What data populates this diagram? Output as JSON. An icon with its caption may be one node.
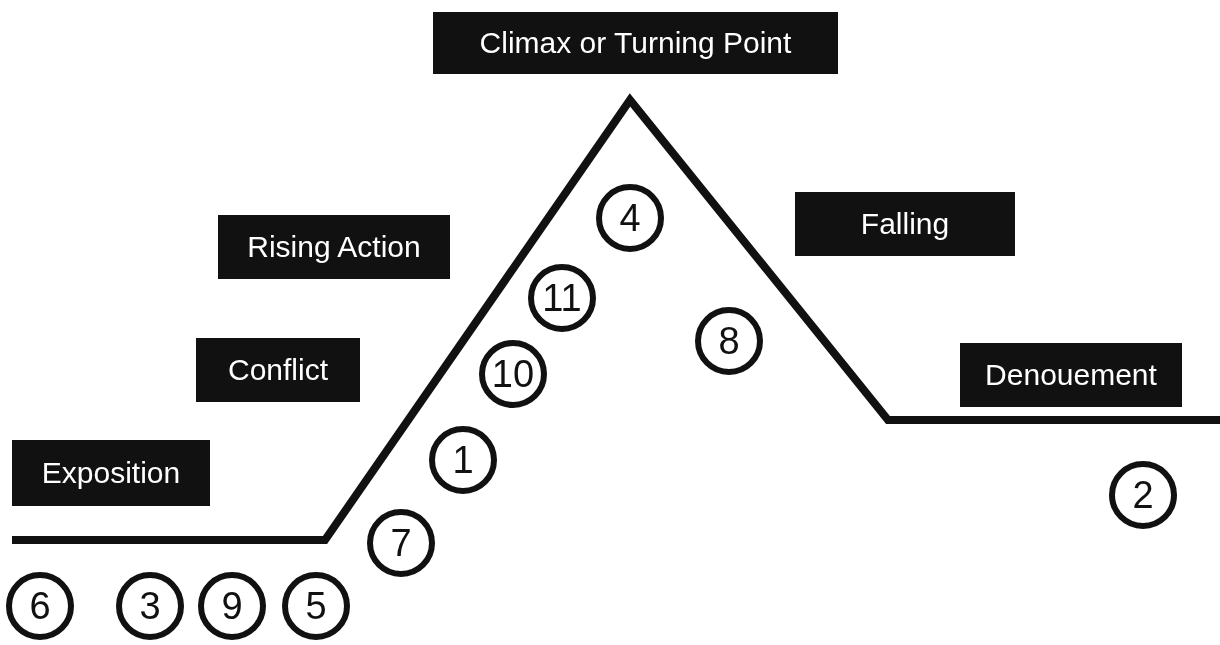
{
  "diagram": {
    "nodes": [
      {
        "text": [
          "Climax or Turning Point"
        ]
      },
      {
        "text": [
          "Falling"
        ]
      },
      {
        "text": [
          "Rising Action"
        ]
      },
      {
        "text": [
          "4"
        ]
      },
      {
        "text": [
          "Conflict"
        ]
      },
      {
        "text": [
          "11"
        ]
      },
      {
        "text": [
          "8"
        ]
      },
      {
        "text": [
          "10"
        ]
      },
      {
        "text": [
          "Denouement"
        ]
      },
      {
        "text": [
          "1"
        ]
      },
      {
        "text": [
          "Exposition"
        ]
      },
      {
        "text": [
          "2"
        ]
      },
      {
        "text": [
          "7"
        ]
      },
      {
        "text": [
          "6"
        ]
      },
      {
        "text": [
          "3"
        ]
      },
      {
        "text": [
          "9"
        ]
      },
      {
        "text": [
          "5"
        ]
      }
    ]
  }
}
